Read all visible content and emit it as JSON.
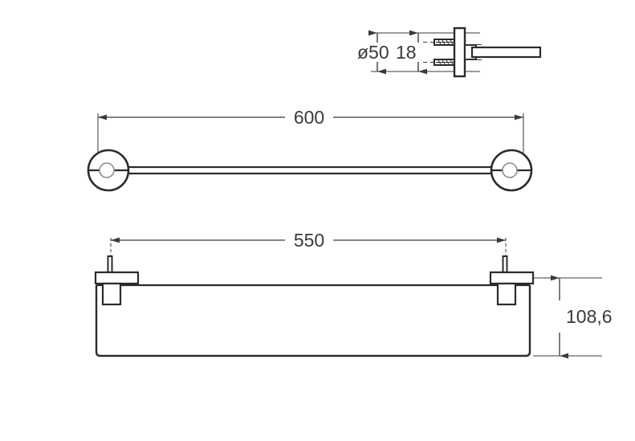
{
  "drawing": {
    "title": "Wall-mounted glass shelf with towel rail - dimensioned technical drawing",
    "units": "mm",
    "line_color": "#2b2b2b",
    "dim_color": "#3a3a3a",
    "background": "#ffffff"
  },
  "dimensions": {
    "bar_length": "600",
    "shelf_width": "550",
    "shelf_depth": "108,6",
    "flange_diameter": "ø50",
    "flange_depth": "18"
  },
  "views": {
    "detail_top": {
      "name": "wall-fixing-plug-detail",
      "labels": [
        "ø50",
        "18"
      ]
    },
    "rail_view": {
      "name": "towel-rail-front-view",
      "label": "600"
    },
    "shelf_view": {
      "name": "glass-shelf-front-view",
      "labels": [
        "550",
        "108,6"
      ]
    }
  }
}
